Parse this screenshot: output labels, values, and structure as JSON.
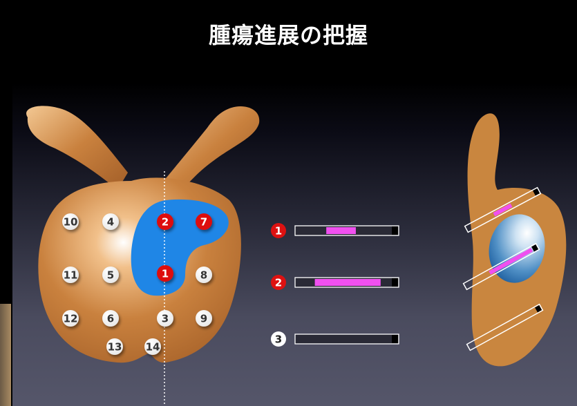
{
  "title": "腫瘍進展の把握",
  "colors": {
    "gland": "#c9813e",
    "tumor": "#1f86e6",
    "marker_white": "#ffffff",
    "marker_red": "#dd1111",
    "bar_fill": "#f050ef",
    "bar_outline": "#ffffff"
  },
  "zones": [
    {
      "label": "⑩",
      "number": "10",
      "color": "white"
    },
    {
      "label": "④",
      "number": "4",
      "color": "white"
    },
    {
      "label": "②",
      "number": "2",
      "color": "red"
    },
    {
      "label": "⑦",
      "number": "7",
      "color": "red"
    },
    {
      "label": "⑪",
      "number": "11",
      "color": "white"
    },
    {
      "label": "⑤",
      "number": "5",
      "color": "white"
    },
    {
      "label": "①",
      "number": "1",
      "color": "red"
    },
    {
      "label": "⑧",
      "number": "8",
      "color": "white"
    },
    {
      "label": "⑫",
      "number": "12",
      "color": "white"
    },
    {
      "label": "⑥",
      "number": "6",
      "color": "white"
    },
    {
      "label": "③",
      "number": "3",
      "color": "white"
    },
    {
      "label": "⑨",
      "number": "9",
      "color": "white"
    },
    {
      "label": "⑬",
      "number": "13",
      "color": "white"
    },
    {
      "label": "⑭",
      "number": "14",
      "color": "white"
    }
  ],
  "cores": [
    {
      "label": "❶",
      "number": "1",
      "color": "red",
      "tumor_start": 0.32,
      "tumor_end": 0.63
    },
    {
      "label": "❷",
      "number": "2",
      "color": "red",
      "tumor_start": 0.2,
      "tumor_end": 0.89
    },
    {
      "label": "❸",
      "number": "3",
      "color": "white",
      "tumor_start": null,
      "tumor_end": null
    }
  ]
}
